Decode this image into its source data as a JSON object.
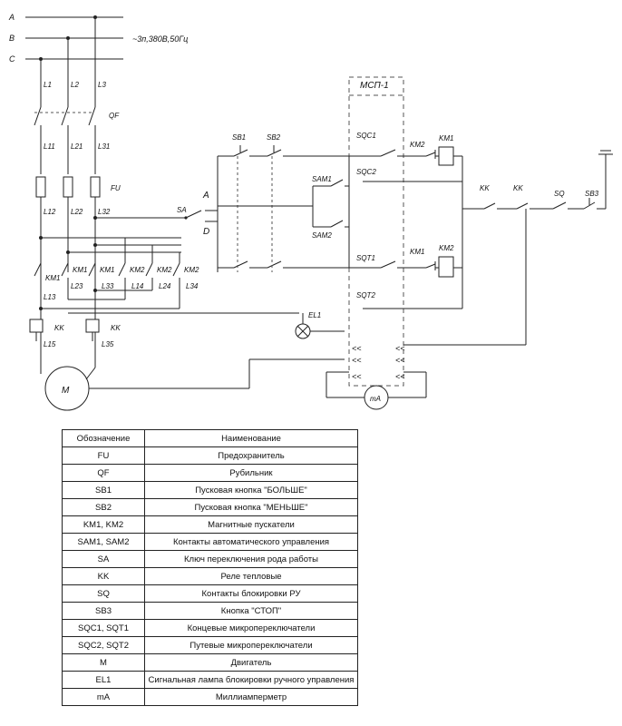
{
  "diagram": {
    "phases": [
      "A",
      "B",
      "C"
    ],
    "supply": "~3п,380В,50Гц",
    "line_labels": [
      "L1",
      "L2",
      "L3"
    ],
    "breaker": "QF",
    "lines_after_breaker": [
      "L11",
      "L21",
      "L31"
    ],
    "fuse": "FU",
    "lines_after_fuse": [
      "L12",
      "L22",
      "L32"
    ],
    "switch_label": "SA",
    "switch_pos_a": "A",
    "switch_pos_d": "D",
    "contactor_contacts": [
      "KM1",
      "KM1",
      "KM1",
      "KM2",
      "KM2",
      "KM2"
    ],
    "contactor_lines": [
      "L13",
      "L23",
      "L33",
      "L14",
      "L24",
      "L34"
    ],
    "thermal_relay": "KK",
    "lines_after_relay": [
      "L15",
      "L35"
    ],
    "motor": "M",
    "lamp": "EL1",
    "ammeter": "mA",
    "msp_label": "МСП-1",
    "sb1": "SB1",
    "sb2": "SB2",
    "sam1": "SAM1",
    "sam2": "SAM2",
    "sqc1": "SQC1",
    "sqc2": "SQC2",
    "sqt1": "SQT1",
    "sqt2": "SQT2",
    "km2_nc": "KM2",
    "km1_coil": "KM1",
    "km1_nc": "KM1",
    "km2_coil": "KM2",
    "kk_contact_1": "KK",
    "kk_contact_2": "KK",
    "sq": "SQ",
    "sb3": "SB3"
  },
  "legend": {
    "headers": [
      "Обозначение",
      "Наименование"
    ],
    "rows": [
      [
        "FU",
        "Предохранитель"
      ],
      [
        "QF",
        "Рубильник"
      ],
      [
        "SB1",
        "Пусковая кнопка \"БОЛЬШЕ\""
      ],
      [
        "SB2",
        "Пусковая кнопка \"МЕНЬШЕ\""
      ],
      [
        "KM1, KM2",
        "Магнитные пускатели"
      ],
      [
        "SAM1, SAM2",
        "Контакты автоматического управления"
      ],
      [
        "SA",
        "Ключ переключения рода работы"
      ],
      [
        "KK",
        "Реле тепловые"
      ],
      [
        "SQ",
        "Контакты блокировки РУ"
      ],
      [
        "SB3",
        "Кнопка \"СТОП\""
      ],
      [
        "SQC1, SQT1",
        "Концевые микропереключатели"
      ],
      [
        "SQC2, SQT2",
        "Путевые микропереключатели"
      ],
      [
        "M",
        "Двигатель"
      ],
      [
        "EL1",
        "Сигнальная лампа блокировки ручного управления"
      ],
      [
        "mA",
        "Миллиамперметр"
      ]
    ]
  }
}
